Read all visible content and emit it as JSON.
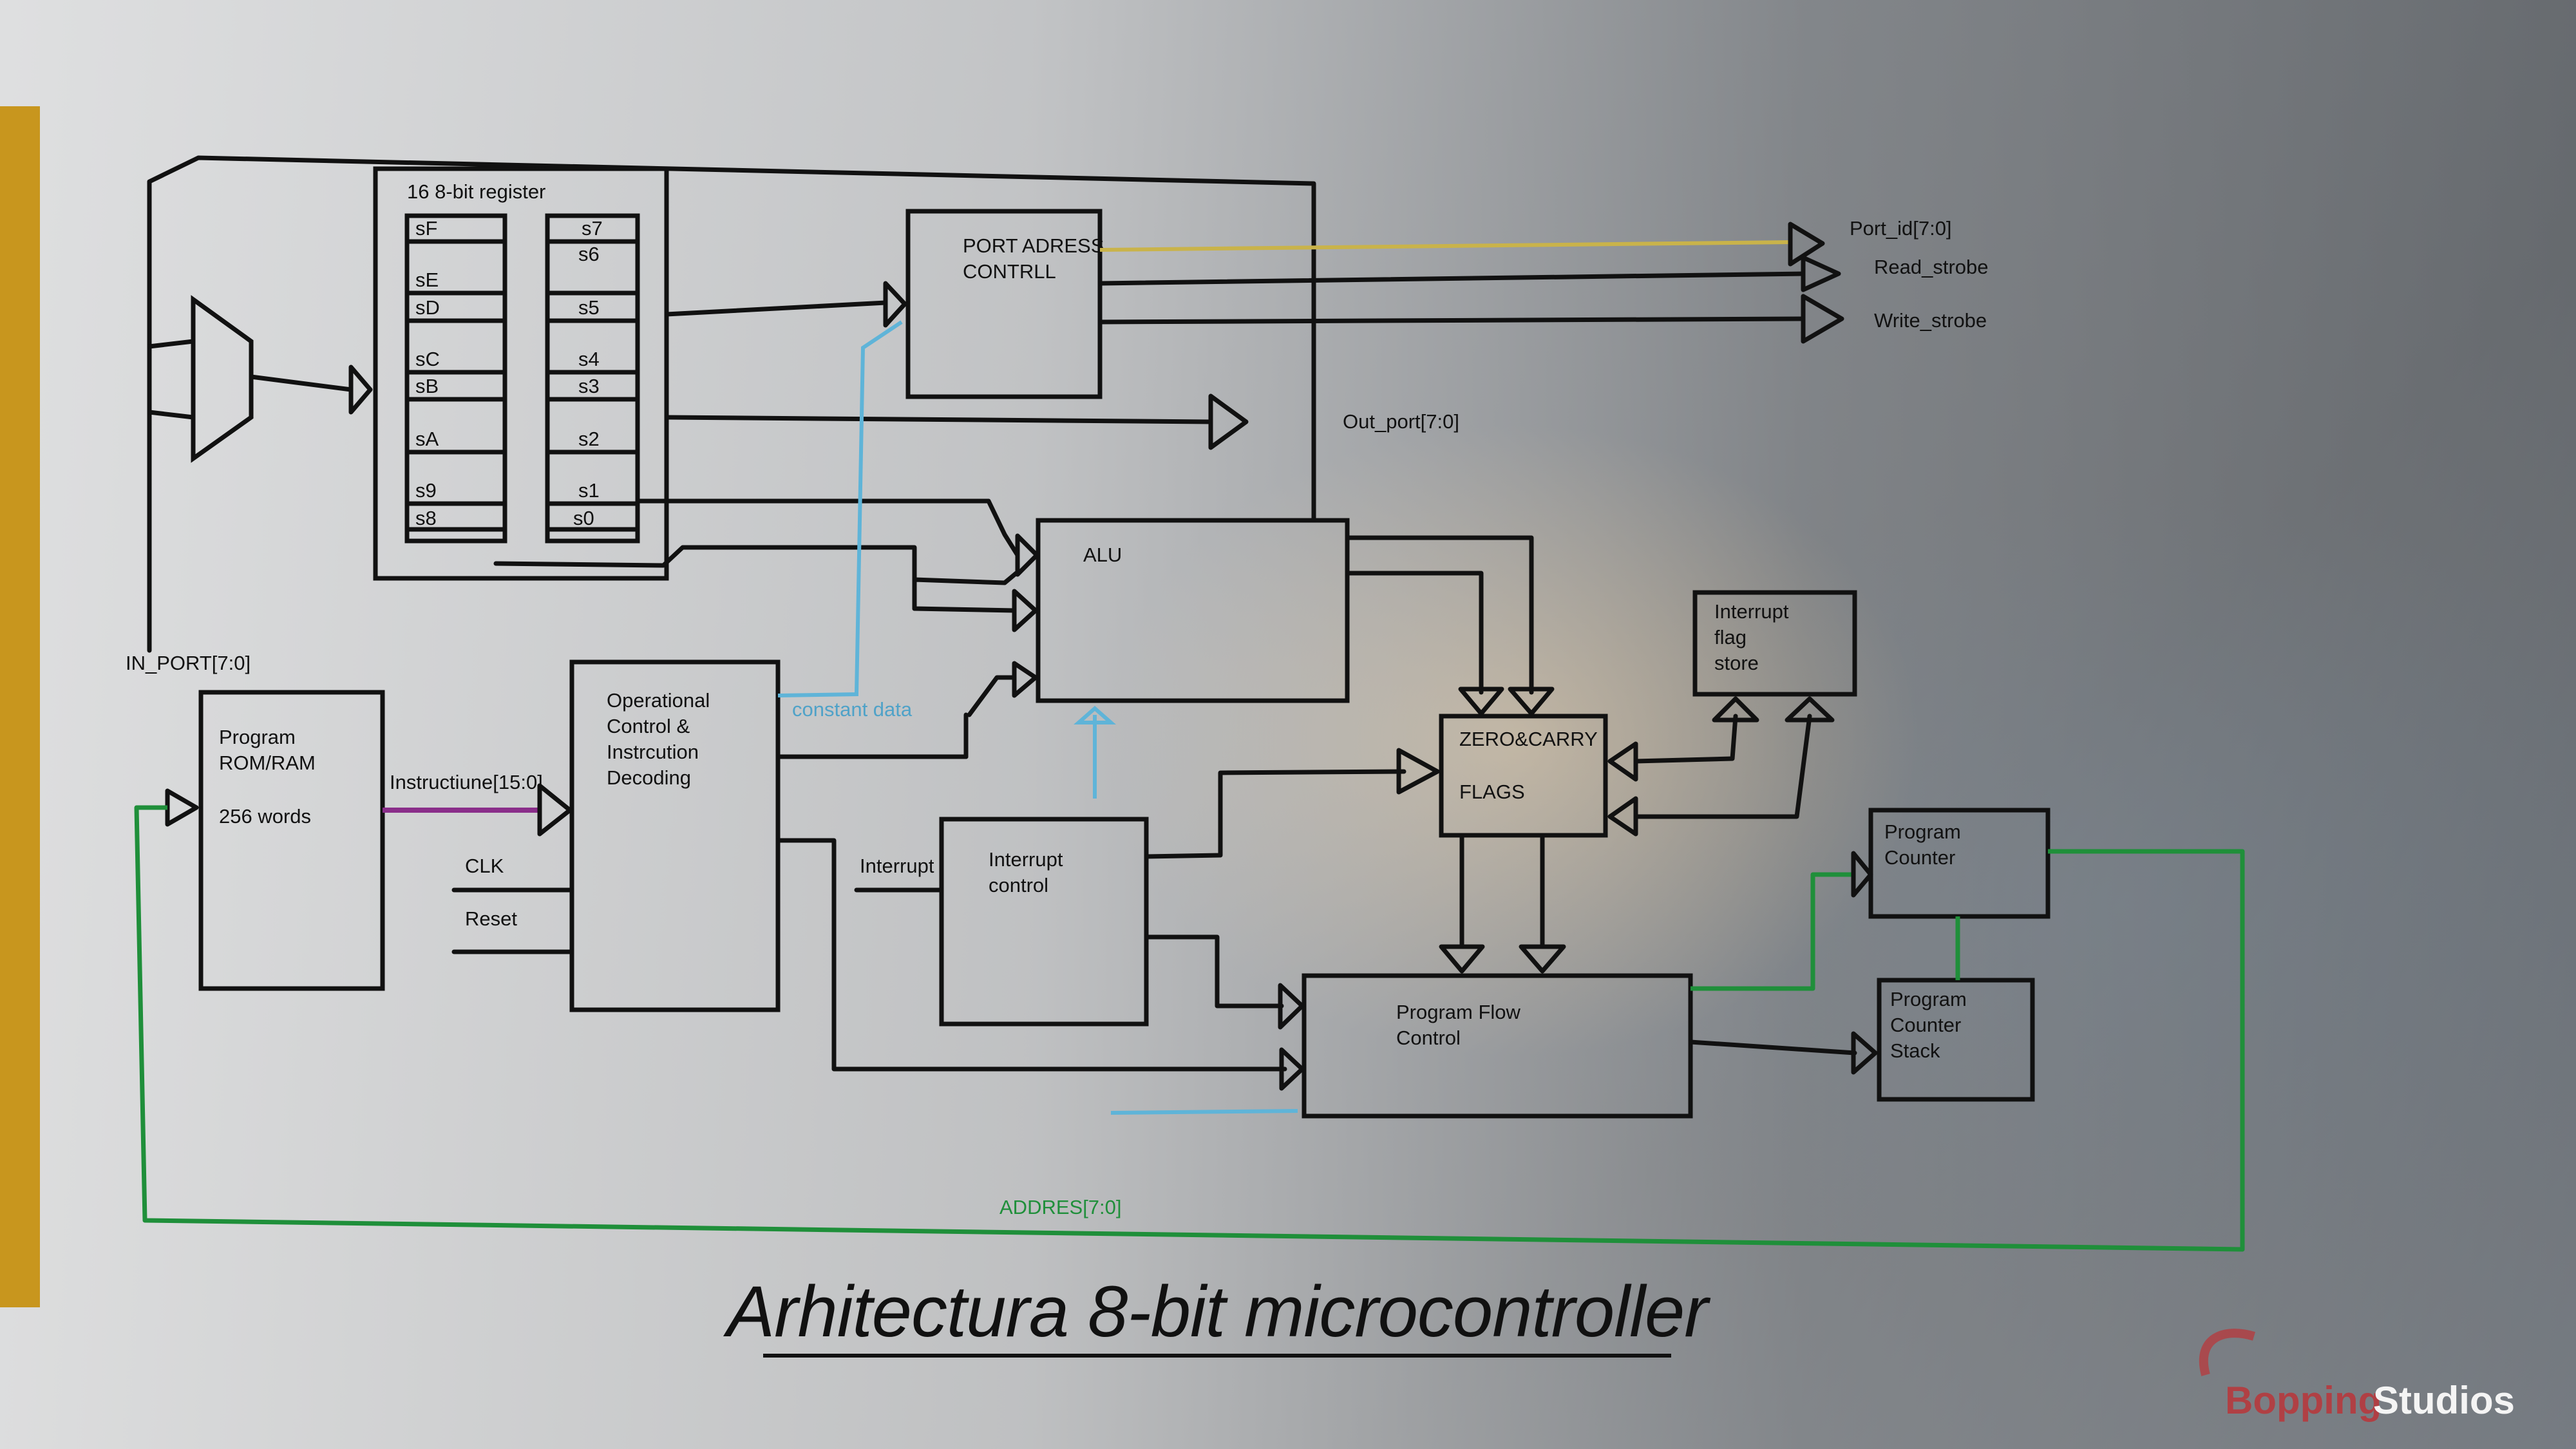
{
  "title": "Arhitectura 8-bit microcontroller",
  "brand": {
    "prefix": "Bopping",
    "name": "Studios"
  },
  "colors": {
    "accent_bar": "#c8961e",
    "address_bus": "#1f8f3a",
    "constant_data": "#5fb4d8",
    "instruction_bus": "#8a2e8a",
    "port_id": "#c9b34a"
  },
  "register_file": {
    "title": "16   8-bit register",
    "left_regs": [
      "sF",
      "sE",
      "sD",
      "sC",
      "sB",
      "sA",
      "s9",
      "s8"
    ],
    "right_regs": [
      "s7",
      "s6",
      "s5",
      "s4",
      "s3",
      "s2",
      "s1",
      "s0"
    ]
  },
  "blocks": {
    "port_address": [
      "PORT ADRESS",
      "CONTRLL"
    ],
    "alu": "ALU",
    "interrupt_flag": [
      "Interrupt",
      "flag",
      "store"
    ],
    "flags": [
      "ZERO&CARRY",
      "FLAGS"
    ],
    "rom": [
      "Program",
      "ROM/RAM",
      "256 words"
    ],
    "op_control": [
      "Operational",
      "Control &",
      "Instrcution",
      "Decoding"
    ],
    "interrupt_control": [
      "Interrupt",
      "control"
    ],
    "program_counter": [
      "Program",
      "Counter"
    ],
    "pc_stack": [
      "Program",
      "Counter",
      "Stack"
    ],
    "program_flow": [
      "Program Flow",
      "Control"
    ]
  },
  "signals": {
    "port_id": "Port_id[7:0]",
    "read_strobe": "Read_strobe",
    "write_strobe": "Write_strobe",
    "out_port": "Out_port[7:0]",
    "in_port": "IN_PORT[7:0]",
    "instruction": "Instructiune[15:0]",
    "clk": "CLK",
    "reset": "Reset",
    "interrupt": "Interrupt",
    "constant_data": "constant data",
    "address": "ADDRES[7:0]"
  }
}
